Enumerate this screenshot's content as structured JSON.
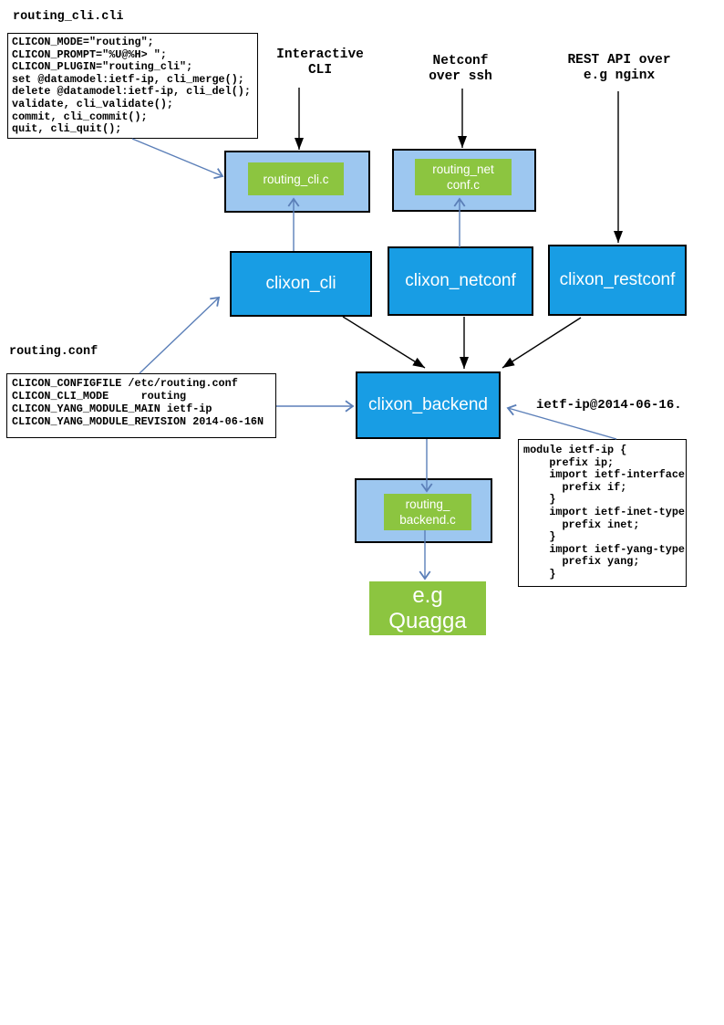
{
  "colors": {
    "node_blue": "#189DE4",
    "node_light_blue": "#9DC7F0",
    "node_green": "#8CC540",
    "arrow_blue": "#5B7FB8",
    "arrow_black": "#000000"
  },
  "titles": {
    "routing_cli_file": "routing_cli.cli",
    "routing_conf_file": "routing.conf",
    "yang_file": "ietf-ip@2014-06-16."
  },
  "annotations": {
    "interactive_cli": [
      "Interactive",
      "CLI"
    ],
    "netconf_ssh": [
      "Netconf",
      "over ssh"
    ],
    "rest_api": [
      "REST API over",
      "e.g nginx"
    ]
  },
  "code": {
    "routing_cli": [
      "CLICON_MODE=\"routing\";",
      "CLICON_PROMPT=\"%U@%H> \";",
      "CLICON_PLUGIN=\"routing_cli\";",
      "set @datamodel:ietf-ip, cli_merge();",
      "delete @datamodel:ietf-ip, cli_del();",
      "validate, cli_validate();",
      "commit, cli_commit();",
      "quit, cli_quit();"
    ],
    "routing_conf": [
      "CLICON_CONFIGFILE /etc/routing.conf",
      "CLICON_CLI_MODE     routing",
      "CLICON_YANG_MODULE_MAIN ietf-ip",
      "CLICON_YANG_MODULE_REVISION 2014-06-16N"
    ],
    "yang_module": [
      "module ietf-ip {",
      "    prefix ip;",
      "    import ietf-interface",
      "      prefix if;",
      "    }",
      "    import ietf-inet-type",
      "      prefix inet;",
      "    }",
      "    import ietf-yang-type",
      "      prefix yang;",
      "    }"
    ]
  },
  "nodes": {
    "routing_cli_c": "routing_cli.c",
    "routing_netconf_c": [
      "routing_net",
      "conf.c"
    ],
    "clixon_cli": "clixon_cli",
    "clixon_netconf": "clixon_netconf",
    "clixon_restconf": "clixon_restconf",
    "clixon_backend": "clixon_backend",
    "routing_backend_c": [
      "routing_",
      "backend.c"
    ],
    "quagga": [
      "e.g",
      "Quagga"
    ]
  }
}
